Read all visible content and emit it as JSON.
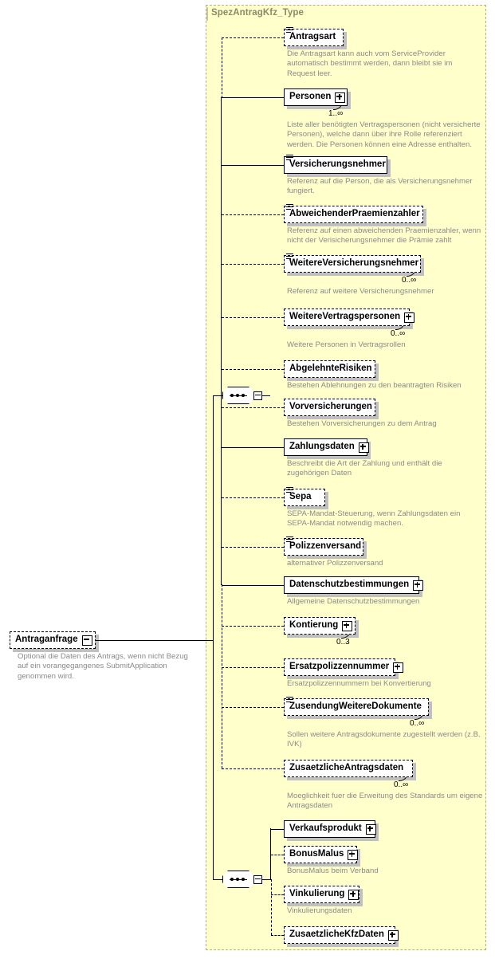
{
  "diagram": {
    "type": "xsd-schema-tree",
    "type_title": "SpezAntragKfz_Type",
    "root": {
      "name": "Antraganfrage",
      "border": "dashed",
      "expander": "minus",
      "doc": "Optional die Daten des Antrags, wenn nicht Bezug auf ein vorangegangenes SubmitApplication genommen wird."
    },
    "compositors": [
      {
        "name": "sequence-1",
        "symbol": "sequence",
        "expander": "minus"
      },
      {
        "name": "sequence-2",
        "symbol": "sequence",
        "expander": "minus"
      }
    ],
    "elements": [
      {
        "label": "Antragsart",
        "border": "dashed",
        "attribute_icon": true,
        "expander": null,
        "occurrence": null,
        "doc": "Die Antragsart kann auch vom ServiceProvider\nautomatisch bestimmt werden, dann bleibt sie im\nRequest leer."
      },
      {
        "label": "Personen",
        "border": "solid",
        "attribute_icon": false,
        "expander": "plus",
        "occurrence": "1..∞",
        "doc": "Liste aller benötigten Vertragspersonen (nicht versicherte\nPersonen), welche dann über ihre Rolle referenziert\nwerden. Die Personen können eine Adresse enthalten."
      },
      {
        "label": "Versicherungsnehmer",
        "border": "solid",
        "attribute_icon": true,
        "expander": null,
        "occurrence": null,
        "doc": "Referenz auf die Person, die als Versicherungsnehmer\nfungiert."
      },
      {
        "label": "AbweichenderPraemienzahler",
        "border": "dashed",
        "attribute_icon": true,
        "expander": null,
        "occurrence": null,
        "doc": "Referenz auf einen abweichenden Praemienzahler, wenn\nnicht der Verisicherungsnehmer die Prämie zahlt"
      },
      {
        "label": "WeitereVersicherungsnehmer",
        "border": "dashed",
        "attribute_icon": true,
        "expander": null,
        "occurrence": "0..∞",
        "doc": "Referenz auf weitere Versicherungsnehmer"
      },
      {
        "label": "WeitereVertragspersonen",
        "border": "dashed",
        "attribute_icon": false,
        "expander": "plus",
        "occurrence": "0..∞",
        "doc": "Weitere Personen in Vertragsrollen"
      },
      {
        "label": "AbgelehnteRisiken",
        "border": "dashed",
        "attribute_icon": false,
        "expander": null,
        "occurrence": null,
        "doc": "Bestehen Ablehnungen zu den beantragten Risiken"
      },
      {
        "label": "Vorversicherungen",
        "border": "dashed",
        "attribute_icon": false,
        "expander": null,
        "occurrence": null,
        "doc": "Bestehen Vorversicherungen zu dem Antrag"
      },
      {
        "label": "Zahlungsdaten",
        "border": "solid",
        "attribute_icon": false,
        "expander": "plus",
        "occurrence": null,
        "doc": "Beschreibt die Art der Zahlung und enthält die\nzugehörigen Daten"
      },
      {
        "label": "Sepa",
        "border": "dashed",
        "attribute_icon": true,
        "expander": null,
        "occurrence": null,
        "doc": "SEPA-Mandat-Steuerung, wenn Zahlungsdaten ein\nSEPA-Mandat notwendig machen."
      },
      {
        "label": "Polizzenversand",
        "border": "dashed",
        "attribute_icon": true,
        "expander": null,
        "occurrence": null,
        "doc": "alternativer Polizzenversand"
      },
      {
        "label": "Datenschutzbestimmungen",
        "border": "solid",
        "attribute_icon": false,
        "expander": "plus",
        "occurrence": null,
        "doc": "Allgemeine Datenschutzbestimmungen"
      },
      {
        "label": "Kontierung",
        "border": "dashed",
        "attribute_icon": false,
        "expander": "plus",
        "occurrence": "0..3",
        "doc": ""
      },
      {
        "label": "Ersatzpolizzennummer",
        "border": "dashed",
        "attribute_icon": false,
        "expander": "plus",
        "occurrence": null,
        "doc": "Ersatzpolizzennummern bei Konvertierung"
      },
      {
        "label": "ZusendungWeitereDokumente",
        "border": "dashed",
        "attribute_icon": true,
        "expander": null,
        "occurrence": "0..∞",
        "doc": "Sollen weitere Antragsdokumente zugestellt werden (z.B.\nIVK)"
      },
      {
        "label": "ZusaetzlicheAntragsdaten",
        "border": "dashed",
        "attribute_icon": false,
        "expander": null,
        "occurrence": "0..∞",
        "doc": "Moeglichkeit fuer die Erweitung des Standards um eigene\nAntragsdaten"
      },
      {
        "label": "Verkaufsprodukt",
        "border": "solid",
        "attribute_icon": false,
        "expander": "plus",
        "occurrence": null,
        "doc": ""
      },
      {
        "label": "BonusMalus",
        "border": "dashed",
        "attribute_icon": false,
        "expander": "plus",
        "occurrence": null,
        "doc": "BonusMalus beim Verband"
      },
      {
        "label": "Vinkulierung",
        "border": "dashed",
        "attribute_icon": false,
        "expander": "plus",
        "occurrence": null,
        "doc": "Vinkulierungsdaten"
      },
      {
        "label": "ZusaetzlicheKfzDaten",
        "border": "dashed",
        "attribute_icon": false,
        "expander": "plus",
        "occurrence": null,
        "doc": ""
      }
    ]
  }
}
